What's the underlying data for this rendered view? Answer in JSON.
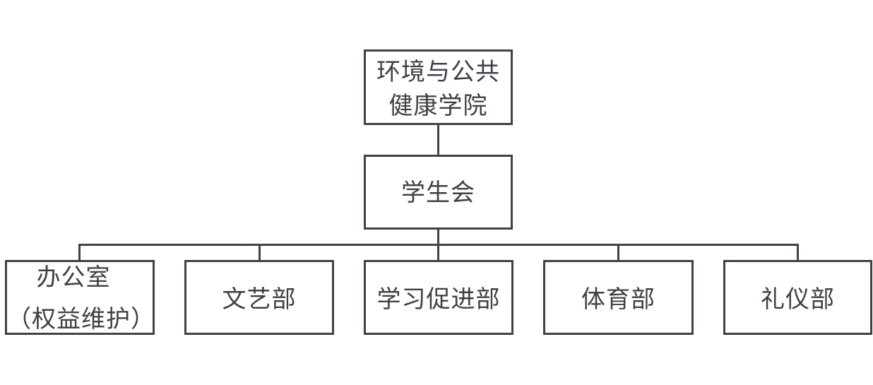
{
  "root": {
    "line1": "环境与公共",
    "line2": "健康学院"
  },
  "union": {
    "label": "学生会"
  },
  "departments": [
    {
      "line1": "办公室",
      "line2": "（权益维护）"
    },
    {
      "label": "文艺部"
    },
    {
      "label": "学习促进部"
    },
    {
      "label": "体育部"
    },
    {
      "label": "礼仪部"
    }
  ],
  "colors": {
    "stroke": "#3f4347",
    "text": "#3d4044",
    "background": "#ffffff"
  }
}
